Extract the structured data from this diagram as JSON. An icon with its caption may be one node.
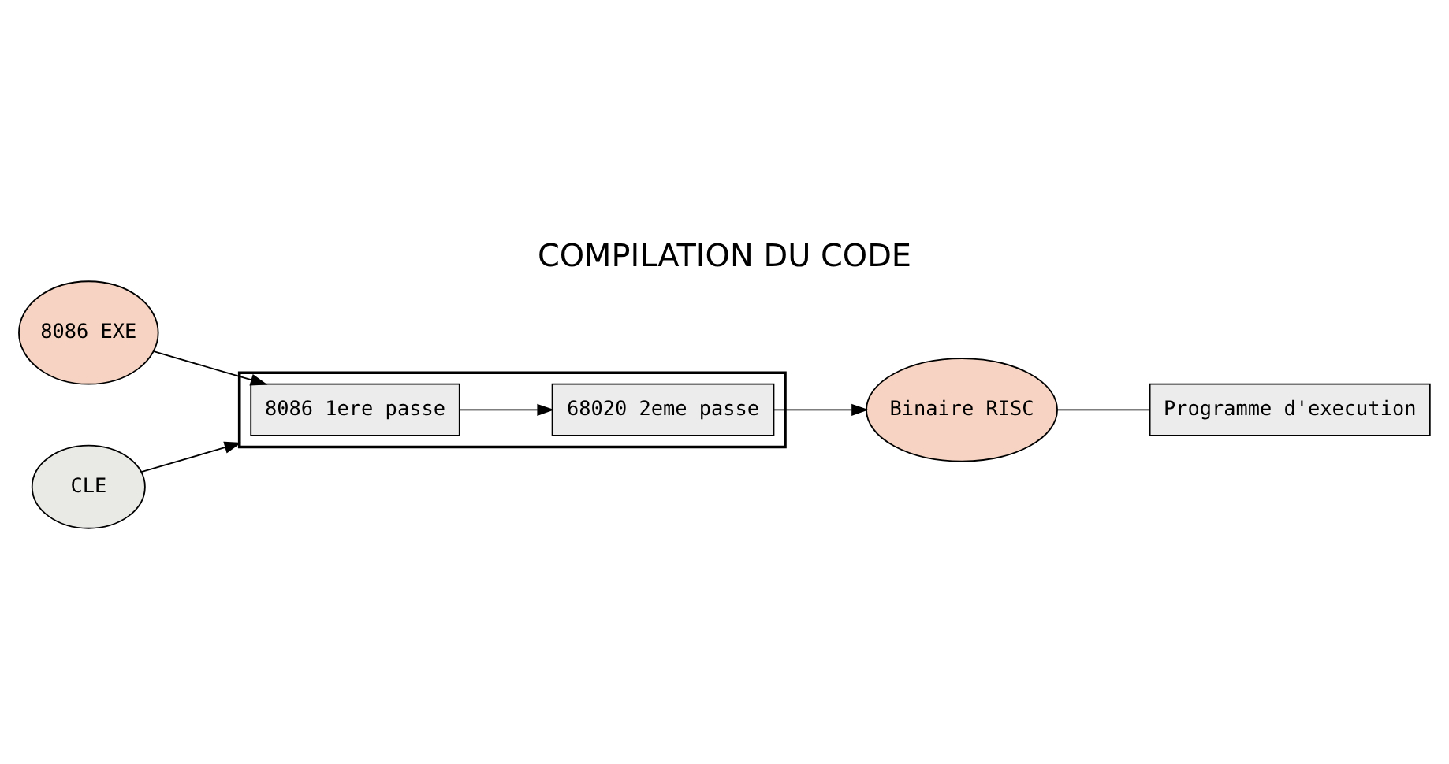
{
  "diagram": {
    "title": "COMPILATION DU CODE",
    "nodes": [
      {
        "text": [
          "8086 EXE"
        ]
      },
      {
        "text": [],
        "shape": "box"
      },
      {
        "text": [
          "8086 1ere passe"
        ],
        "in": 1
      },
      {
        "text": [
          "68020 2eme passe"
        ],
        "in": 1
      },
      {
        "text": [
          "Binaire RISC"
        ]
      },
      {
        "text": [
          "CLE"
        ]
      },
      {
        "text": [
          "Programme d'execution"
        ]
      }
    ],
    "edges": [
      {
        "from": 0,
        "to": 2,
        "arrow": "to"
      },
      {
        "from": 2,
        "to": 3,
        "arrow": "to"
      },
      {
        "from": 3,
        "to": 4,
        "arrow": "to"
      },
      {
        "from": 5,
        "to": 1,
        "arrow": "to"
      },
      {
        "from": 4,
        "to": 6,
        "arrow": "none"
      }
    ]
  }
}
